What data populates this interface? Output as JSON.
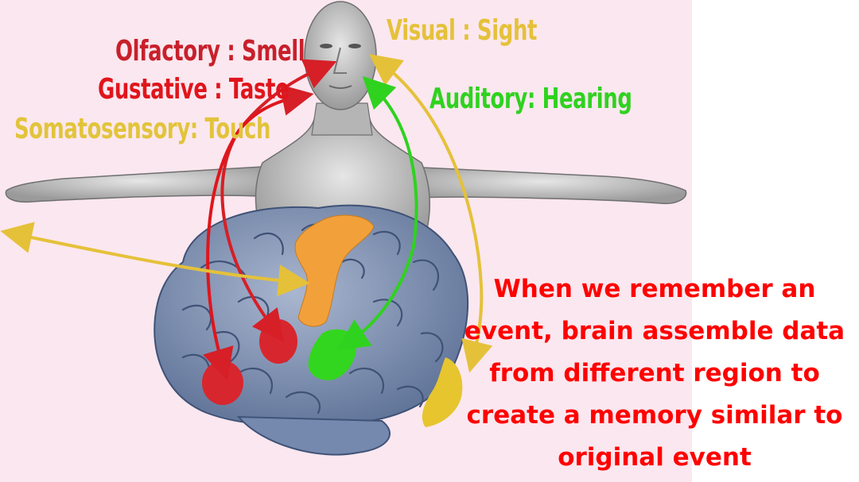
{
  "labels": {
    "olfactory": "Olfactory : Smell",
    "gustative": "Gustative : Taste",
    "somatosensory": "Somatosensory: Touch",
    "visual": "Visual : Sight",
    "auditory": "Auditory: Hearing"
  },
  "caption": {
    "lines": [
      "When we remember an",
      "event, brain assemble data",
      "from different region to",
      "create a memory similar to",
      "original event"
    ]
  },
  "colors": {
    "background_panel": "#fbe7ef",
    "olfactory": "#c8202b",
    "gustative": "#e0151c",
    "somatosensory": "#e2c43a",
    "visual": "#e5c13a",
    "auditory": "#2fd21f",
    "caption": "#ff0000",
    "brain": "#7f93b8",
    "region_orange": "#f2a03a",
    "region_red": "#d8262e",
    "region_green": "#33d61e",
    "region_yellow": "#e6c52f"
  }
}
